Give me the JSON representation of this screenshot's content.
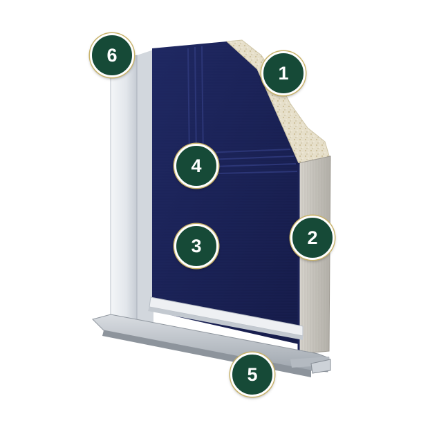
{
  "diagram": {
    "callouts": [
      {
        "id": "b6",
        "label": "6"
      },
      {
        "id": "b1",
        "label": "1"
      },
      {
        "id": "b4",
        "label": "4"
      },
      {
        "id": "b2",
        "label": "2"
      },
      {
        "id": "b3",
        "label": "3"
      },
      {
        "id": "b5",
        "label": "5"
      }
    ],
    "colors": {
      "door_panel": "#1b2257",
      "frame": "#e6e9ee",
      "core_foam": "#e3dcc6",
      "edge_timber": "#c7c4bd",
      "badge_fill": "#164a37",
      "badge_ring": "#c9b36a"
    }
  }
}
